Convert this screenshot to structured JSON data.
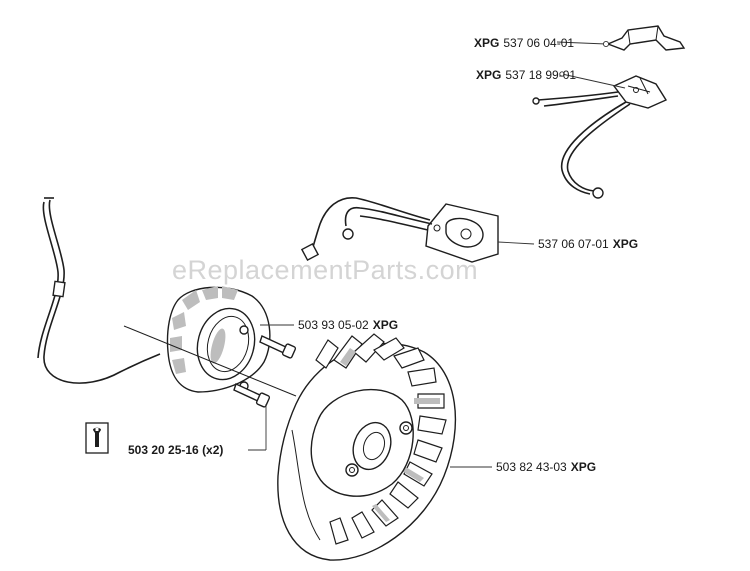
{
  "watermark": "eReplacementParts.com",
  "callouts": [
    {
      "id": "bracket",
      "prefix": "XPG",
      "number": "537 06 04-01",
      "suffix": ""
    },
    {
      "id": "switch",
      "prefix": "XPG",
      "number": "537 18 99-01",
      "suffix": ""
    },
    {
      "id": "module",
      "prefix": "",
      "number": "537 06 07-01",
      "suffix": "XPG"
    },
    {
      "id": "coil",
      "prefix": "",
      "number": "503 93 05-02",
      "suffix": "XPG"
    },
    {
      "id": "screw",
      "prefix": "",
      "number": "503 20 25-16 (x2)",
      "suffix": ""
    },
    {
      "id": "flywheel",
      "prefix": "",
      "number": "503 82 43-03",
      "suffix": "XPG"
    }
  ],
  "icons": {
    "tool": "wrench-icon"
  }
}
